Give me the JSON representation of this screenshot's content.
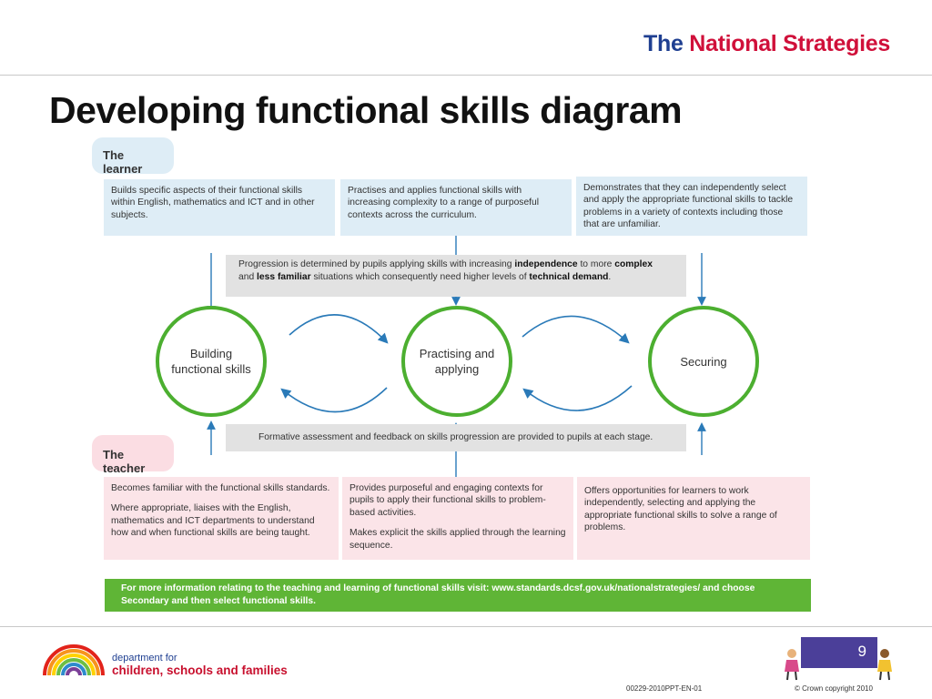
{
  "header": {
    "brand_the": "The",
    "brand_name": "National Strategies",
    "title": "Developing functional skills diagram"
  },
  "learner": {
    "label": "The learner",
    "boxes": [
      "Builds specific aspects of their functional skills within English, mathematics and ICT and in other subjects.",
      "Practises and applies functional skills with increasing complexity to a range of purposeful contexts across the curriculum.",
      "Demonstrates that they can independently select and apply the appropriate functional skills to tackle problems in a variety of contexts including those that are unfamiliar."
    ]
  },
  "progression": {
    "t1": "Progression is determined by pupils applying skills with increasing ",
    "b1": "independence",
    "t2": " to more ",
    "b2": "complex",
    "t3": "and ",
    "b3": "less familiar",
    "t4": " situations which consequently need higher levels of ",
    "b4": "technical demand",
    "t5": "."
  },
  "stages": {
    "building": "Building functional skills",
    "practising": "Practising and applying",
    "securing": "Securing"
  },
  "formative": "Formative assessment and feedback on skills progression are provided to pupils at each stage.",
  "teacher": {
    "label": "The  teacher",
    "box1_p1": "Becomes familiar with the functional skills standards.",
    "box1_p2": "Where appropriate, liaises with the English, mathematics and ICT departments to understand how and when functional skills are being taught.",
    "box2_p1": "Provides purposeful and engaging contexts for pupils to apply their functional skills to problem-based activities.",
    "box2_p2": "Makes explicit the skills applied through the learning sequence.",
    "box3": "Offers opportunities for learners to work independently, selecting and applying  the appropriate functional skills to solve a range of problems."
  },
  "more_info": "For more information relating to the teaching and learning of functional skills visit: www.standards.dcsf.gov.uk/nationalstrategies/ and choose Secondary and then select functional skills.",
  "footer": {
    "dept_line1": "department for",
    "dept_line2": "children, schools and families",
    "page_number": "9",
    "ref": "00229-2010PPT-EN-01",
    "copyright": "© Crown copyright 2010"
  },
  "colors": {
    "learner_bg": "#deedf6",
    "teacher_bg": "#fbe4e8",
    "circle_stroke": "#4caf30",
    "arrow": "#2a7ab8",
    "info_bar": "#5fb536",
    "brand_blue": "#1f3f91",
    "brand_red": "#d0103a"
  }
}
